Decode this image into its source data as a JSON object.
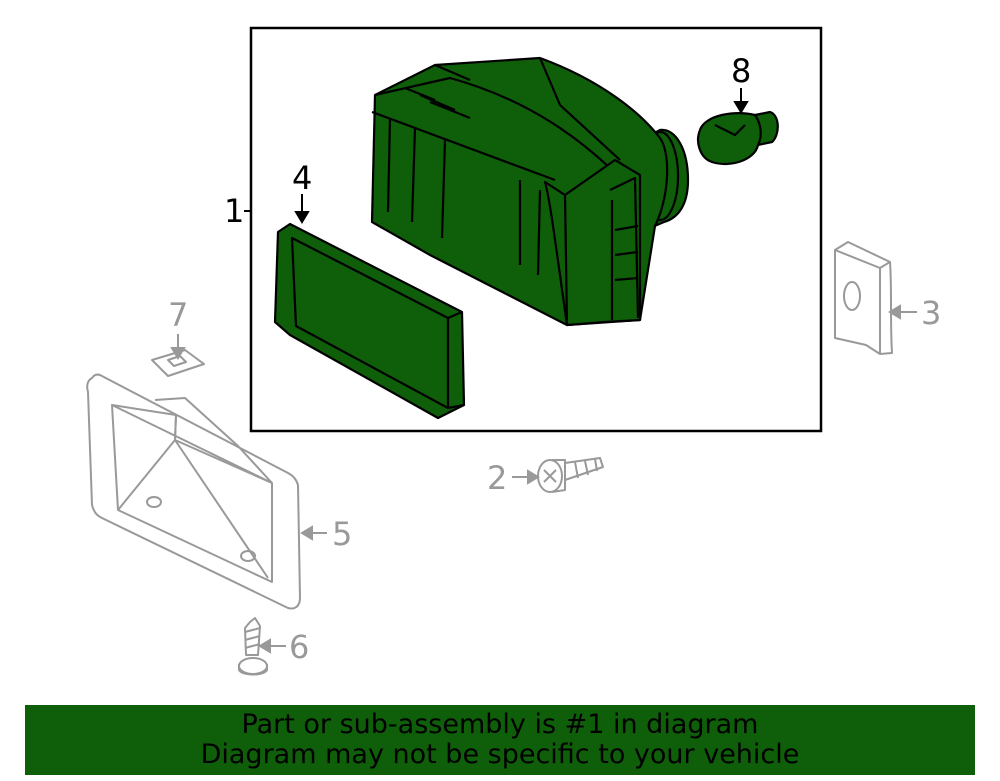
{
  "callouts": {
    "c1": "1",
    "c2": "2",
    "c3": "3",
    "c4": "4",
    "c5": "5",
    "c6": "6",
    "c7": "7",
    "c8": "8"
  },
  "banner": {
    "line1": "Part or sub-assembly is #1 in diagram",
    "line2": "Diagram may not be specific to your vehicle"
  },
  "colors": {
    "highlight": "#0f5e0a",
    "outline": "#000000",
    "muted": "#999999"
  }
}
